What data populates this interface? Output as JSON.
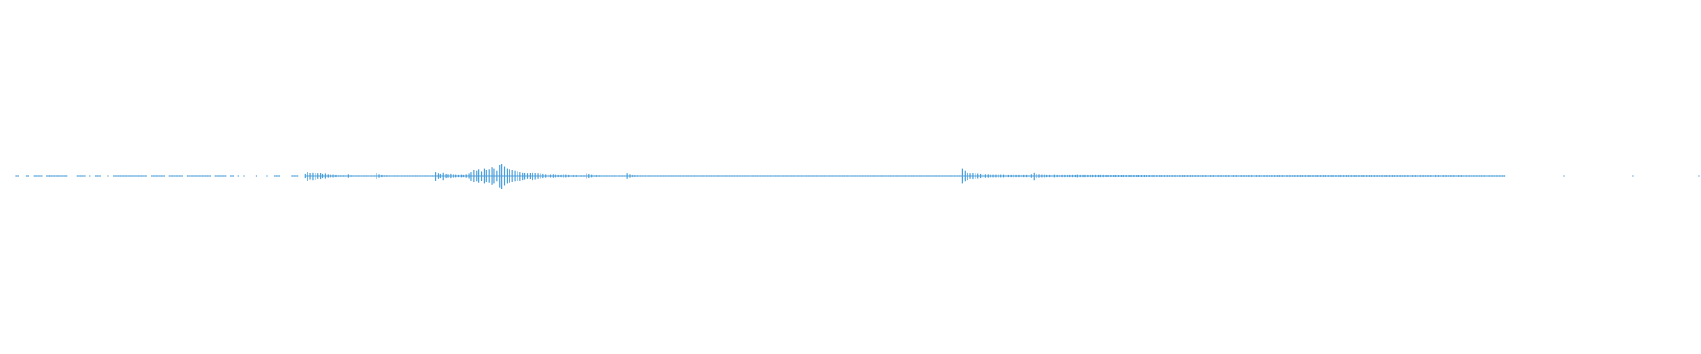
{
  "waveform": {
    "color": "#4a9fdb",
    "background": "#ffffff",
    "peaks": [
      0.02,
      0.02,
      0,
      0,
      0.03,
      0.02,
      0,
      0.02,
      0.02,
      0.03,
      0.02,
      0,
      0.04,
      0.05,
      0.03,
      0.02,
      0.02,
      0.03,
      0.02,
      0.02,
      0.02,
      0,
      0,
      0,
      0.02,
      0.03,
      0.02,
      0.02,
      0,
      0.02,
      0,
      0.02,
      0.02,
      0.03,
      0,
      0,
      0.02,
      0,
      0.03,
      0.02,
      0.02,
      0.02,
      0.02,
      0.03,
      0.03,
      0.02,
      0.02,
      0.02,
      0.02,
      0.02,
      0.02,
      0.02,
      0,
      0.03,
      0.02,
      0.02,
      0.02,
      0.02,
      0.02,
      0,
      0.02,
      0.02,
      0.02,
      0.02,
      0.02,
      0.02,
      0,
      0.04,
      0.03,
      0.02,
      0.02,
      0.02,
      0.02,
      0.02,
      0.02,
      0.02,
      0.02,
      0,
      0.02,
      0.02,
      0.03,
      0.02,
      0.02,
      0,
      0.02,
      0.02,
      0,
      0.02,
      0,
      0.02,
      0,
      0,
      0,
      0,
      0.02,
      0,
      0,
      0,
      0.02,
      0,
      0,
      0.02,
      0.02,
      0.02,
      0,
      0,
      0,
      0,
      0.02,
      0.02,
      0.02,
      0,
      0,
      0.15,
      0.35,
      0.25,
      0.3,
      0.28,
      0.2,
      0.22,
      0.15,
      0.18,
      0.12,
      0.1,
      0.1,
      0.08,
      0.06,
      0.05,
      0.05,
      0.04,
      0.12,
      0.05,
      0.04,
      0.03,
      0.03,
      0.02,
      0.02,
      0.02,
      0.02,
      0.02,
      0.02,
      0.22,
      0.12,
      0.08,
      0.06,
      0.05,
      0.04,
      0.04,
      0.03,
      0.03,
      0.02,
      0.02,
      0.02,
      0.02,
      0.02,
      0.02,
      0.02,
      0.02,
      0.02,
      0.02,
      0.02,
      0.02,
      0.02,
      0.03,
      0.35,
      0.2,
      0.15,
      0.3,
      0.15,
      0.12,
      0.15,
      0.12,
      0.1,
      0.08,
      0.1,
      0.08,
      0.12,
      0.18,
      0.35,
      0.5,
      0.45,
      0.55,
      0.4,
      0.6,
      0.5,
      0.55,
      0.7,
      0.6,
      0.45,
      0.9,
      1.0,
      0.75,
      0.6,
      0.55,
      0.5,
      0.45,
      0.4,
      0.35,
      0.3,
      0.25,
      0.2,
      0.22,
      0.3,
      0.25,
      0.2,
      0.18,
      0.15,
      0.12,
      0.1,
      0.1,
      0.12,
      0.1,
      0.08,
      0.08,
      0.12,
      0.1,
      0.08,
      0.08,
      0.06,
      0.06,
      0.05,
      0.05,
      0.05,
      0.18,
      0.15,
      0.1,
      0.08,
      0.06,
      0.05,
      0.05,
      0.04,
      0.04,
      0.04,
      0.04,
      0.04,
      0.04,
      0.04,
      0.04,
      0.04,
      0.2,
      0.12,
      0.08,
      0.06,
      0.05,
      0.04,
      0.03,
      0.03,
      0.03,
      0.03,
      0.03,
      0.03,
      0.02,
      0.02,
      0.02,
      0.04,
      0.03,
      0.02,
      0.02,
      0.02,
      0.04,
      0.02,
      0.02,
      0.02,
      0.02,
      0.02,
      0.02,
      0.02,
      0.02,
      0.02,
      0.02,
      0.02,
      0.02,
      0.02,
      0.02,
      0.02,
      0.02,
      0.02,
      0.02,
      0.02,
      0.02,
      0.02,
      0.02,
      0.02,
      0.02,
      0.02,
      0.02,
      0.02,
      0.02,
      0.02,
      0.02,
      0.02,
      0.02,
      0.02,
      0.02,
      0.02,
      0.02,
      0.02,
      0.02,
      0.02,
      0.02,
      0.02,
      0.02,
      0.02,
      0.02,
      0.02,
      0.02,
      0.02,
      0.02,
      0.02,
      0.02,
      0.02,
      0.02,
      0.02,
      0.02,
      0.02,
      0.02,
      0.02,
      0.02,
      0.02,
      0.02,
      0.02,
      0.02,
      0.02,
      0.02,
      0.02,
      0.02,
      0.02,
      0.02,
      0.02,
      0.02,
      0.02,
      0.02,
      0.02,
      0.02,
      0.02,
      0.02,
      0.02,
      0.02,
      0.02,
      0.02,
      0.02,
      0.02,
      0.02,
      0.02,
      0.02,
      0.02,
      0.02,
      0.02,
      0.02,
      0.02,
      0.02,
      0.02,
      0.02,
      0.02,
      0.02,
      0.02,
      0.02,
      0.02,
      0.02,
      0.02,
      0.02,
      0.02,
      0.02,
      0.02,
      0.02,
      0.02,
      0.02,
      0.02,
      0.02,
      0.02,
      0.6,
      0.45,
      0.3,
      0.2,
      0.22,
      0.2,
      0.18,
      0.15,
      0.15,
      0.12,
      0.12,
      0.1,
      0.1,
      0.1,
      0.12,
      0.1,
      0.1,
      0.1,
      0.08,
      0.08,
      0.1,
      0.08,
      0.08,
      0.08,
      0.08,
      0.08,
      0.08,
      0.12,
      0.3,
      0.15,
      0.12,
      0.1,
      0.1,
      0.08,
      0.08,
      0.08,
      0.1,
      0.08,
      0.08,
      0.08,
      0.08,
      0.08,
      0.08,
      0.08,
      0.08,
      0.1,
      0.08,
      0.08,
      0.08,
      0.08,
      0.08,
      0.08,
      0.08,
      0.08,
      0.08,
      0.08,
      0.07,
      0.07,
      0.07,
      0.07,
      0.07,
      0.07,
      0.07,
      0.07,
      0.07,
      0.07,
      0.07,
      0.07,
      0.07,
      0.07,
      0.07,
      0.07,
      0.07,
      0.07,
      0.06,
      0.06,
      0.06,
      0.06,
      0.06,
      0.06,
      0.06,
      0.06,
      0.06,
      0.06,
      0.06,
      0.06,
      0.06,
      0.06,
      0.06,
      0.06,
      0.06,
      0.06,
      0.06,
      0.06,
      0.06,
      0.06,
      0.06,
      0.06,
      0.06,
      0.06,
      0.06,
      0.06,
      0.06,
      0.06,
      0.06,
      0.06,
      0.06,
      0.06,
      0.06,
      0.06,
      0.06,
      0.06,
      0.06,
      0.06,
      0.06,
      0.06,
      0.06,
      0.06,
      0.06,
      0.06,
      0.06,
      0.06,
      0.06,
      0.06,
      0.06,
      0.06,
      0.06,
      0.06,
      0.06,
      0.06,
      0.06,
      0.06,
      0.06,
      0.06,
      0.06,
      0.06,
      0.06,
      0.06,
      0.06,
      0.06,
      0.06,
      0.06,
      0.06,
      0.06,
      0.06,
      0.06,
      0.06,
      0.06,
      0.06,
      0.06,
      0.06,
      0.06,
      0.06,
      0.06,
      0.06,
      0.06,
      0.06,
      0.06,
      0.06,
      0.06,
      0.06,
      0.06,
      0.06,
      0.06,
      0.06,
      0.06,
      0.06,
      0.06,
      0.06,
      0.06,
      0.06,
      0.06,
      0.06,
      0.06,
      0.06,
      0.06,
      0.06,
      0.06,
      0.06,
      0.06,
      0.06,
      0.06,
      0.06,
      0.06,
      0.06,
      0.06,
      0.06,
      0.06,
      0.06,
      0.06,
      0.06,
      0.06,
      0.06,
      0.06,
      0.06,
      0.06,
      0.06,
      0.05,
      0.05,
      0.05,
      0.05,
      0.05,
      0.05,
      0.05,
      0.05,
      0.05,
      0.05,
      0.05,
      0.05,
      0.05,
      0.05,
      0.05,
      0.05,
      0,
      0,
      0,
      0,
      0,
      0,
      0,
      0,
      0,
      0,
      0,
      0,
      0,
      0,
      0,
      0,
      0,
      0,
      0,
      0,
      0,
      0,
      0.02,
      0,
      0,
      0,
      0,
      0,
      0,
      0,
      0,
      0,
      0,
      0,
      0,
      0,
      0,
      0,
      0,
      0,
      0,
      0,
      0,
      0,
      0,
      0,
      0,
      0,
      0,
      0.02,
      0,
      0,
      0,
      0,
      0,
      0,
      0,
      0,
      0,
      0,
      0,
      0,
      0,
      0,
      0,
      0,
      0,
      0,
      0,
      0,
      0,
      0,
      0,
      0,
      0,
      0.02
    ]
  }
}
